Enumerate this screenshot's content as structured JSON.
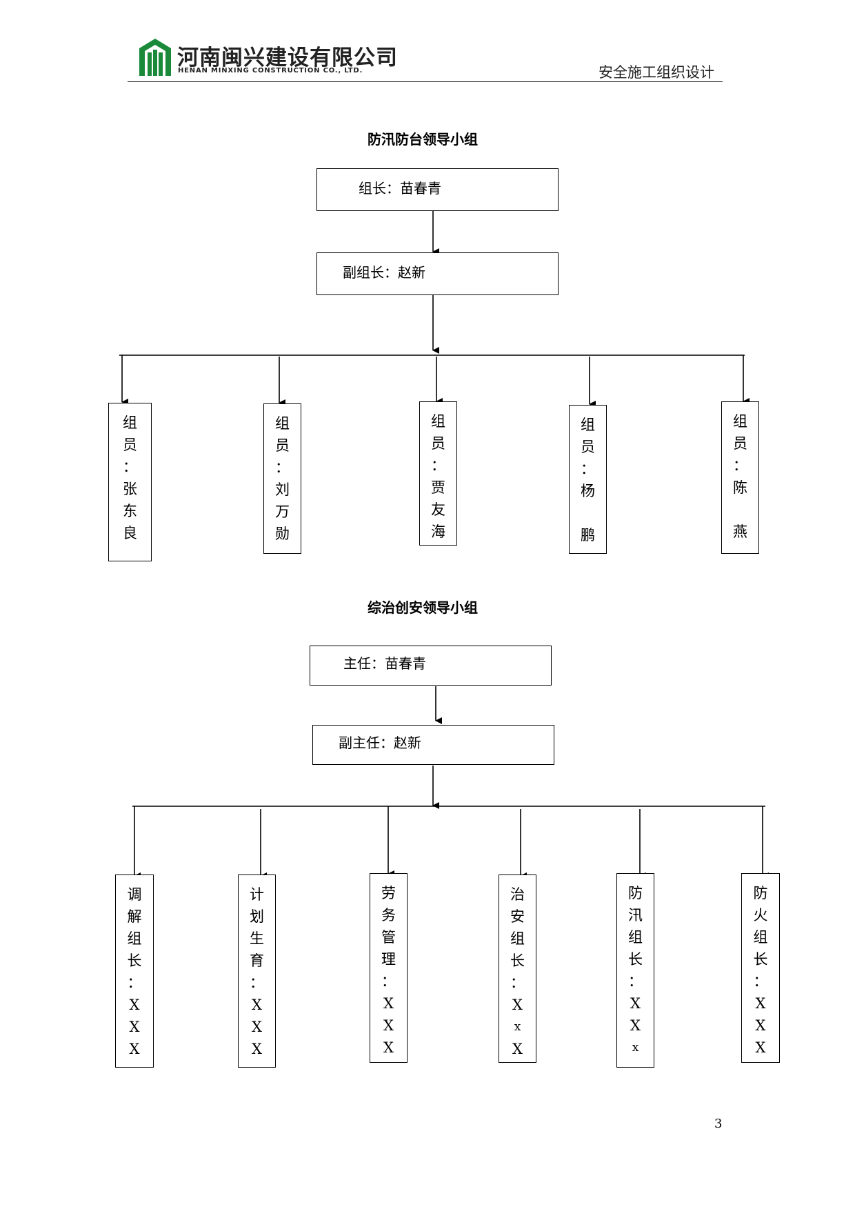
{
  "header": {
    "company_cn": "河南闽兴建设有限公司",
    "company_en": "HENAN MINXING CONSTRUCTION CO., LTD.",
    "doc_title": "安全施工组织设计",
    "logo_icon": "company-logo-icon"
  },
  "chart1": {
    "title": "防汛防台领导小组",
    "leader": "组长：苗春青",
    "deputy": "副组长：赵新",
    "members": [
      {
        "chars": [
          "组",
          "员",
          "：",
          "张",
          "东",
          "良"
        ]
      },
      {
        "chars": [
          "组",
          "员",
          "：",
          "刘",
          "万",
          "勋"
        ]
      },
      {
        "chars": [
          "组",
          "员",
          "：",
          "贾",
          "友",
          "海"
        ]
      },
      {
        "chars": [
          "组",
          "员",
          "：",
          "杨",
          "",
          "鹏"
        ]
      },
      {
        "chars": [
          "组",
          "员",
          "：",
          "陈",
          "",
          "燕"
        ]
      }
    ]
  },
  "chart2": {
    "title": "综治创安领导小组",
    "leader": "主任：苗春青",
    "deputy": "副主任：赵新",
    "members": [
      {
        "chars": [
          "调",
          "解",
          "组",
          "长",
          "：",
          "X",
          "X",
          "X"
        ]
      },
      {
        "chars": [
          "计",
          "划",
          "生",
          "育",
          "：",
          "X",
          "X",
          "X"
        ]
      },
      {
        "chars": [
          "劳",
          "务",
          "管",
          "理",
          "：",
          "X",
          "X",
          "X"
        ]
      },
      {
        "chars": [
          "治",
          "安",
          "组",
          "长",
          "：",
          "X",
          "x",
          "X"
        ]
      },
      {
        "chars": [
          "防",
          "汛",
          "组",
          "长",
          "：",
          "X",
          "X",
          "x"
        ]
      },
      {
        "chars": [
          "防",
          "火",
          "组",
          "长",
          "：",
          "X",
          "X",
          "X"
        ]
      }
    ]
  },
  "page_number": "3"
}
